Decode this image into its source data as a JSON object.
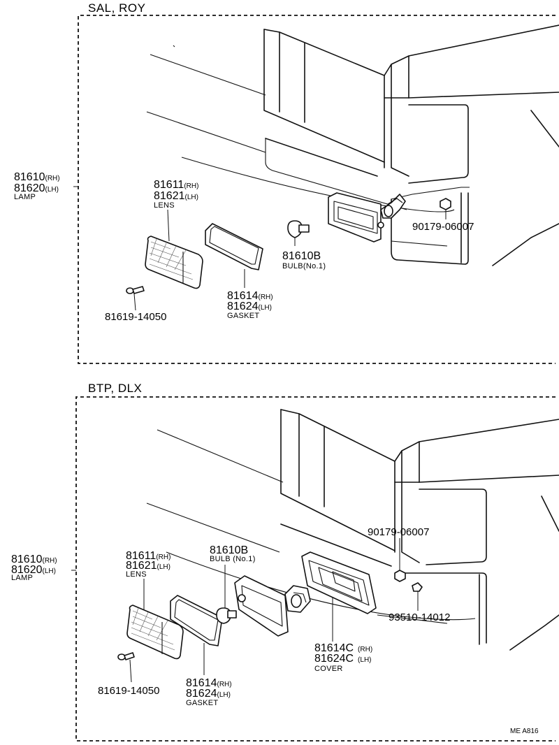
{
  "sections": [
    {
      "header": "SAL, ROY",
      "lamp": {
        "rh": "81610",
        "rh_tag": "(RH)",
        "lh": "81620",
        "lh_tag": "(LH)",
        "name": "LAMP"
      },
      "lens": {
        "rh": "81611",
        "rh_tag": "(RH)",
        "lh": "81621",
        "lh_tag": "(LH)",
        "name": "LENS"
      },
      "bulb": {
        "pn": "81610B",
        "name": "BULB(No.1)"
      },
      "gasket": {
        "rh": "81614",
        "rh_tag": "(RH)",
        "lh": "81624",
        "lh_tag": "(LH)",
        "name": "GASKET"
      },
      "screw": "81619-14050",
      "nut": "90179-06007"
    },
    {
      "header": "BTP, DLX",
      "lamp": {
        "rh": "81610",
        "rh_tag": "(RH)",
        "lh": "81620",
        "lh_tag": "(LH)",
        "name": "LAMP"
      },
      "lens": {
        "rh": "81611",
        "rh_tag": "(RH)",
        "lh": "81621",
        "lh_tag": "(LH)",
        "name": "LENS"
      },
      "bulb": {
        "pn": "81610B",
        "name": "BULB (No.1)"
      },
      "gasket": {
        "rh": "81614",
        "rh_tag": "(RH)",
        "lh": "81624",
        "lh_tag": "(LH)",
        "name": "GASKET"
      },
      "cover": {
        "rh": "81614C",
        "rh_tag": "(RH)",
        "lh": "81624C",
        "lh_tag": "(LH)",
        "name": "COVER"
      },
      "screw": "81619-14050",
      "nut": "90179-06007",
      "clip": "93510-14012"
    }
  ],
  "figure_code": "ME A816"
}
